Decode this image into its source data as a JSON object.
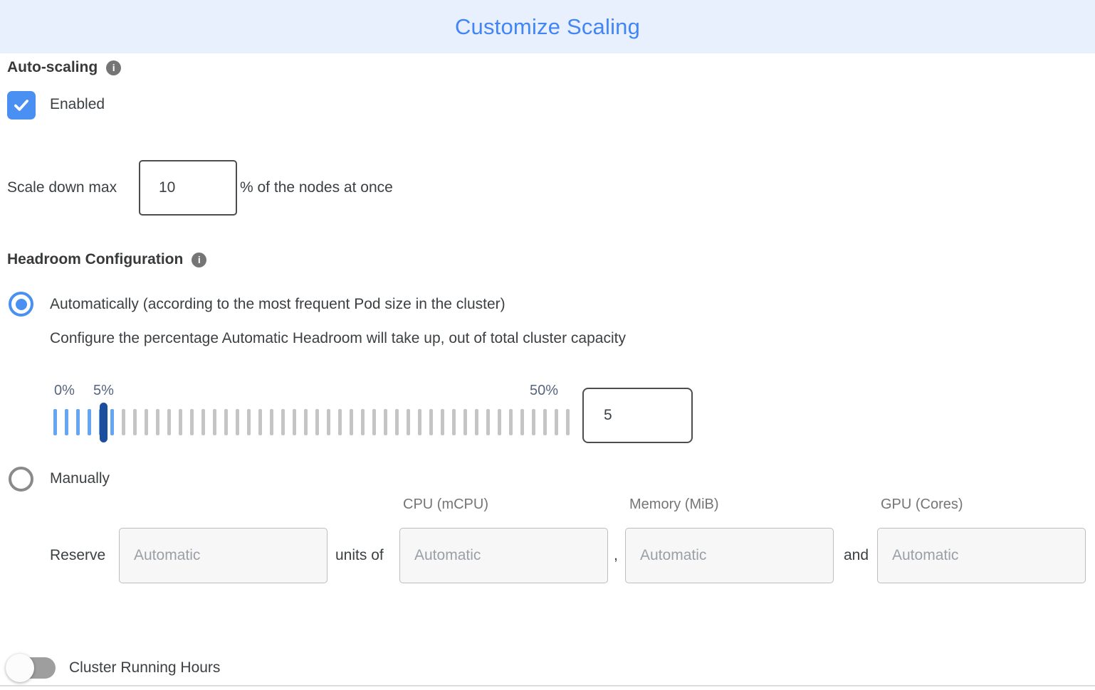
{
  "header": {
    "title": "Customize Scaling"
  },
  "auto_scaling": {
    "label": "Auto-scaling",
    "info_icon": "info-icon",
    "checkbox_checked": true,
    "enabled_label": "Enabled"
  },
  "scale_down": {
    "prefix": "Scale down max",
    "value": "10",
    "suffix": "% of the nodes at once"
  },
  "headroom": {
    "label": "Headroom Configuration",
    "info_icon": "info-icon",
    "auto_option": "Automatically (according to the most frequent Pod size in the cluster)",
    "auto_option_selected": true,
    "auto_description": "Configure the percentage Automatic Headroom will take up, out of total cluster capacity",
    "slider": {
      "min_label": "0%",
      "current_label": "5%",
      "max_label": "50%",
      "tick_count": 46,
      "blue_tick_count": 6,
      "value": "5",
      "colors": {
        "active_tick": "#64a5f6",
        "inactive_tick": "#c5c5c5",
        "handle": "#1b4f9e"
      }
    },
    "manual_option": "Manually",
    "manual_option_selected": false
  },
  "reserve": {
    "label": "Reserve",
    "units_of": "units of",
    "comma": ",",
    "and": "and",
    "columns": {
      "cpu": "CPU (mCPU)",
      "memory": "Memory (MiB)",
      "gpu": "GPU (Cores)"
    },
    "placeholders": {
      "count": "Automatic",
      "cpu": "Automatic",
      "memory": "Automatic",
      "gpu": "Automatic"
    }
  },
  "cluster_running_hours": {
    "label": "Cluster Running Hours",
    "toggle_on": false
  },
  "colors": {
    "header_bg": "#e8f0fe",
    "title_blue": "#4285f4",
    "accent_blue": "#4a90f2",
    "slider_label": "#566480",
    "muted_gray": "#757575"
  }
}
